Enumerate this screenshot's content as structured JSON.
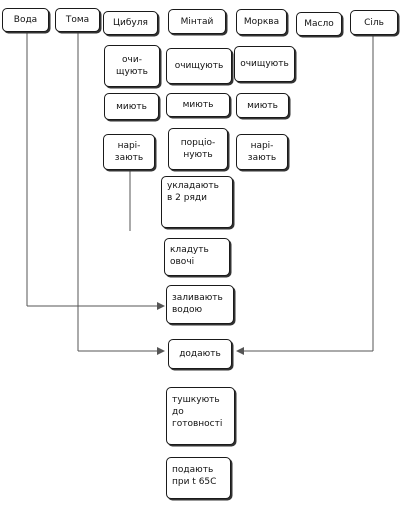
{
  "ingredients": {
    "voda": "Вода",
    "toma": "Тома",
    "tsybulia": "Цибуля",
    "mintai": "Мінтай",
    "morkva": "Морква",
    "maslo": "Масло",
    "sil": "Сіль"
  },
  "steps": {
    "onion_clean": "очи-\nщують",
    "fish_clean": "очищують",
    "carrot_clean": "очищують",
    "onion_wash": "миють",
    "fish_wash": "миють",
    "carrot_wash": "миють",
    "onion_cut": "нарі-\nзають",
    "fish_portion": "порціо-\nнують",
    "carrot_cut": "нарі-\nзають",
    "layer": "укладають\nв 2 ряди",
    "add_vegetables": "кладуть\nовочі",
    "pour_water": "заливають\nводою",
    "add": "додають",
    "stew": "тушкують\nдо\nготовності",
    "serve": "подають\nпри t 65С"
  }
}
